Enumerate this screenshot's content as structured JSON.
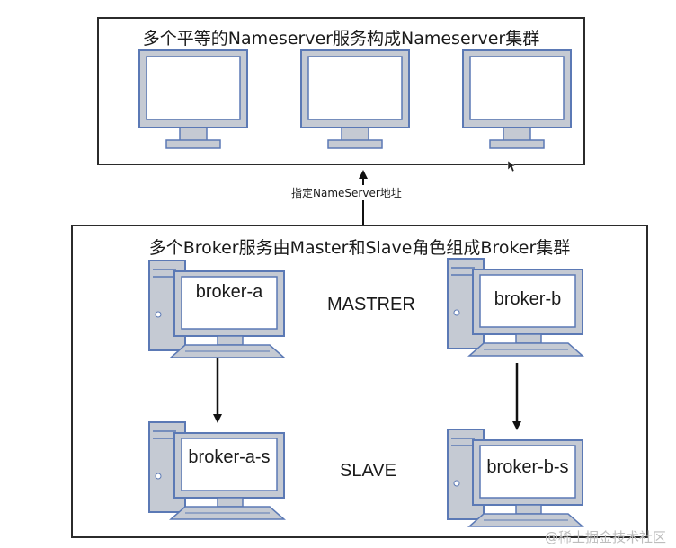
{
  "nameserver_cluster": {
    "label": "多个平等的Nameserver服务构成Nameserver集群",
    "monitors": [
      {
        "icon": "monitor-icon"
      },
      {
        "icon": "monitor-icon"
      },
      {
        "icon": "monitor-icon"
      }
    ]
  },
  "edge_label": "指定NameServer地址",
  "broker_cluster": {
    "label": "多个Broker服务由Master和Slave角色组成Broker集群",
    "role_master": "MASTRER",
    "role_slave": "SLAVE",
    "nodes": {
      "a": "broker-a",
      "a_s": "broker-a-s",
      "b": "broker-b",
      "b_s": "broker-b-s"
    }
  },
  "watermark": "@稀土掘金技术社区",
  "colors": {
    "monitor_border": "#5b79b5",
    "monitor_fill": "#c5cad3",
    "box_border": "#2b2b2b",
    "arrow": "#111111"
  }
}
